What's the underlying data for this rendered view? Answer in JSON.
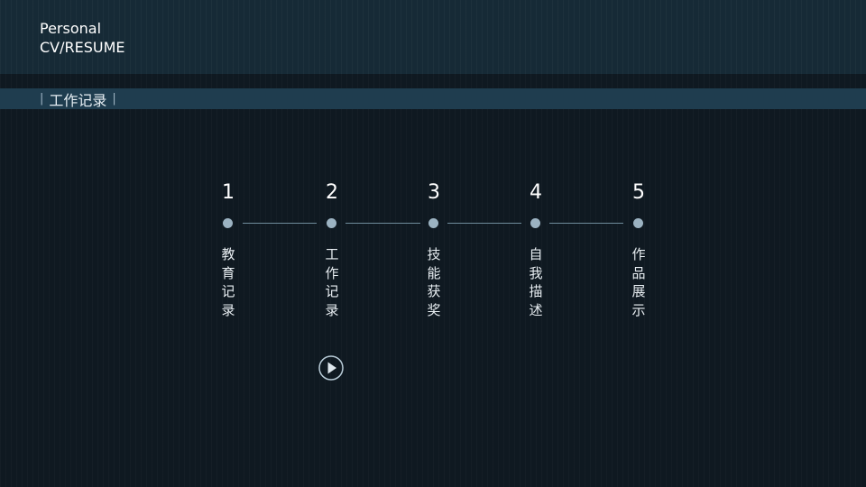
{
  "brand": {
    "line1": "Personal",
    "line2": "CV/RESUME"
  },
  "section": {
    "title": "工作记录"
  },
  "steps": [
    {
      "number": "1",
      "label": "教\n育\n记\n录"
    },
    {
      "number": "2",
      "label": "工\n作\n记\n录"
    },
    {
      "number": "3",
      "label": "技\n能\n获\n奖"
    },
    {
      "number": "4",
      "label": "自\n我\n描\n述"
    },
    {
      "number": "5",
      "label": "作\n品\n展\n示"
    }
  ],
  "colors": {
    "background": "#0f1921",
    "header": "#162a36",
    "section_bar": "#1f3d4f",
    "dot": "#9cb3c2",
    "connector": "#6f8c9c"
  },
  "icons": {
    "play": "play-circle-icon"
  }
}
